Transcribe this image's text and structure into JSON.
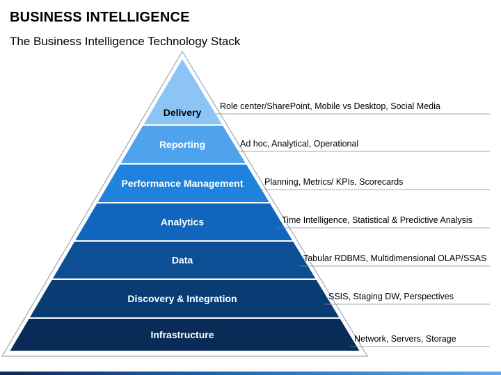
{
  "header": {
    "title": "BUSINESS INTELLIGENCE",
    "subtitle": "The Business Intelligence Technology Stack"
  },
  "pyramid": {
    "tiers": [
      {
        "label": "Delivery",
        "description": "Role center/SharePoint, Mobile vs Desktop, Social Media",
        "fill": "#8cc5f5",
        "text_color": "#000000"
      },
      {
        "label": "Reporting",
        "description": "Ad hoc, Analytical, Operational",
        "fill": "#4fa2ec",
        "text_color": "#ffffff"
      },
      {
        "label": "Performance Management",
        "description": "Planning, Metrics/ KPIs, Scorecards",
        "fill": "#1f83de",
        "text_color": "#ffffff"
      },
      {
        "label": "Analytics",
        "description": "Time Intelligence, Statistical & Predictive Analysis",
        "fill": "#1066bd",
        "text_color": "#ffffff"
      },
      {
        "label": "Data",
        "description": "Tabular RDBMS, Multidimensional OLAP/SSAS",
        "fill": "#0c4f95",
        "text_color": "#ffffff"
      },
      {
        "label": "Discovery & Integration",
        "description": "SSIS, Staging DW, Perspectives",
        "fill": "#0a3c74",
        "text_color": "#ffffff"
      },
      {
        "label": "Infrastructure",
        "description": "Network, Servers, Storage",
        "fill": "#082c57",
        "text_color": "#ffffff"
      }
    ]
  }
}
